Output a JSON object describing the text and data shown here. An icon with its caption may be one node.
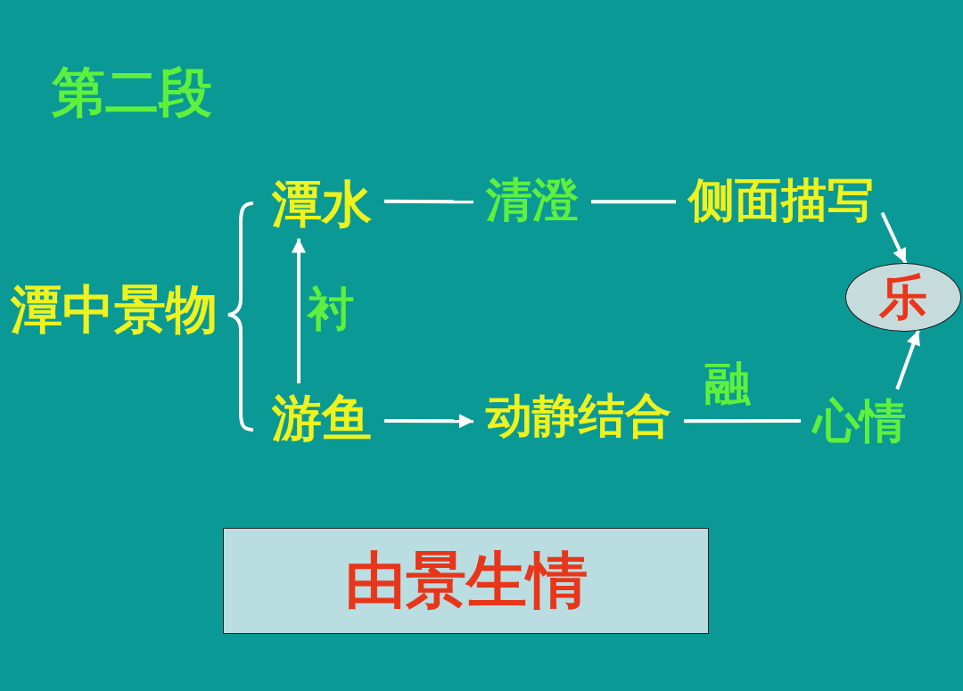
{
  "diagram": {
    "title": "第二段",
    "nodes": [
      {
        "text": [
          "潭中景物"
        ]
      },
      {
        "text": [
          "潭水"
        ]
      },
      {
        "text": [
          "清澄"
        ]
      },
      {
        "text": [
          "侧面描写"
        ]
      },
      {
        "text": [
          "乐"
        ]
      },
      {
        "text": [
          "游鱼"
        ]
      },
      {
        "text": [
          "动静结合"
        ]
      },
      {
        "text": [
          "心情"
        ]
      },
      {
        "text": [
          "由景生情"
        ]
      }
    ],
    "edges": [
      {
        "from": 1,
        "to": 2,
        "arrow": "none"
      },
      {
        "from": 2,
        "to": 3,
        "arrow": "none"
      },
      {
        "from": 3,
        "to": 4,
        "arrow": "to"
      },
      {
        "from": 5,
        "to": 1,
        "arrow": "to",
        "label": "衬"
      },
      {
        "from": 5,
        "to": 6,
        "arrow": "to"
      },
      {
        "from": 6,
        "to": 7,
        "arrow": "none",
        "label": "融"
      },
      {
        "from": 7,
        "to": 4,
        "arrow": "to"
      }
    ]
  }
}
